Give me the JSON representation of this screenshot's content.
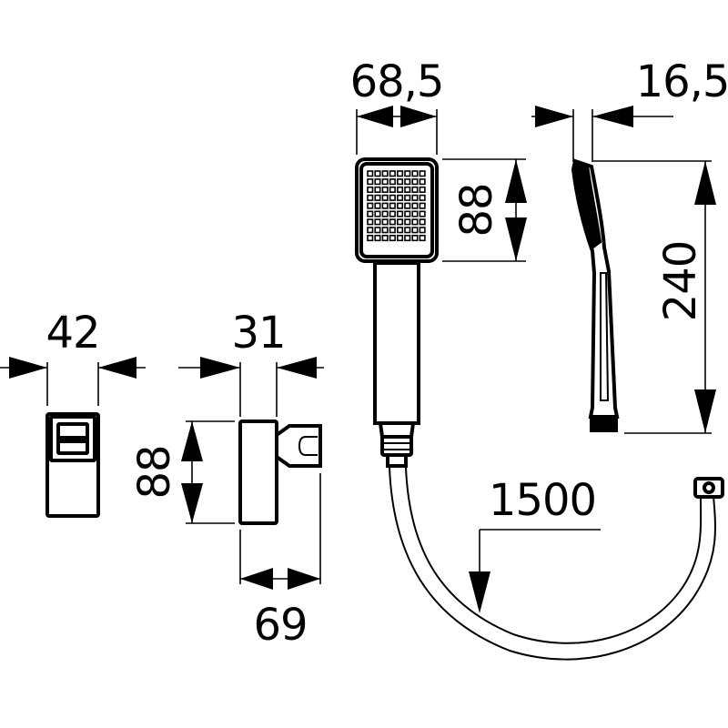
{
  "dimensions": {
    "holder_width": "42",
    "bracket_depth": "31",
    "bracket_height": "88",
    "bracket_projection": "69",
    "head_width": "68,5",
    "head_height": "88",
    "handle_thickness": "16,5",
    "shower_length": "240",
    "hose_length": "1500"
  },
  "colors": {
    "line": "#000000",
    "background": "#ffffff"
  }
}
